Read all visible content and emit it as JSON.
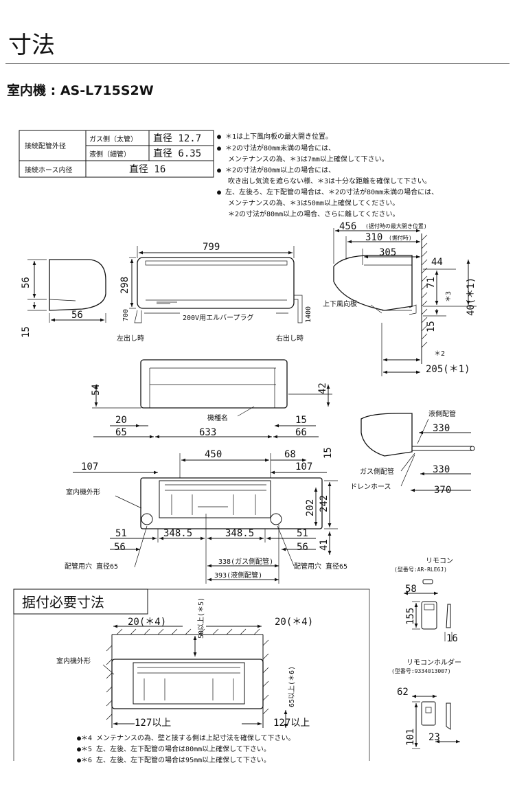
{
  "title": "寸法",
  "model": "室内機 : AS-L715S2W",
  "spec_table": {
    "row1_label": "接続配管外径",
    "gas_side": "ガス側（太管）",
    "gas_value": "直径 12.7",
    "liquid_side": "液側（細管）",
    "liquid_value": "直径 6.35",
    "row2_label": "接続ホース内径",
    "hose_value": "直径 16"
  },
  "notes": [
    "● ＊1は上下風向板の最大開き位置。",
    "● ＊2の寸法が80mm未満の場合には、",
    "メンテナンスの為、＊3は7mm以上確保して下さい。",
    "● ＊2の寸法が80mm以上の場合には、",
    "吹き出し気流を遮らない様、＊3は十分な距離を確保して下さい。",
    "● 左、左後ろ、左下配管の場合は、＊2の寸法が80mm未満の場合には、",
    "メンテナンスの為、＊3は50mm以上確保してください。",
    "＊2の寸法が80mm以上の場合、さらに離してください。"
  ],
  "front": {
    "w799": "799",
    "h298": "298",
    "h700": "700",
    "h1400": "1400",
    "plug": "200V用エルバープラグ",
    "left_out": "左出し時",
    "right_out": "右出し時"
  },
  "left_side": {
    "d56v": "56",
    "d56h": "56",
    "d15": "15"
  },
  "right_side": {
    "d456": "456",
    "d456note": "(据付時の最大開き位置)",
    "d310": "310",
    "d310note": "(据付時)",
    "d305": "305",
    "d44": "44",
    "d71": "71",
    "d3": "＊3",
    "d40": "40(＊1)",
    "louver": "上下風向板",
    "d15": "15",
    "d2": "＊2",
    "d205": "205(＊1)"
  },
  "bottom": {
    "d54": "54",
    "d42": "42",
    "model_name": "機種名",
    "d20": "20",
    "d15": "15",
    "d65": "65",
    "d633": "633",
    "d66": "66"
  },
  "side_pipe": {
    "liquid": "液側配管",
    "d330a": "330",
    "gas": "ガス側配管",
    "d330b": "330",
    "drain": "ドレンホース",
    "d370": "370"
  },
  "back": {
    "d450": "450",
    "d68": "68",
    "d15": "15",
    "d107a": "107",
    "d107b": "107",
    "outline": "室内機外形",
    "d202": "202",
    "d242": "242",
    "d51a": "51",
    "d3485a": "348.5",
    "d3485b": "348.5",
    "d51b": "51",
    "d56a": "56",
    "d56b": "56",
    "d41": "41",
    "d338": "338(ガス側配管)",
    "d393": "393(液側配管)",
    "hole_left": "配管用穴 直径65",
    "hole_right": "配管用穴 直径65"
  },
  "install": {
    "title": "据付必要寸法",
    "d20a": "20(＊4)",
    "d50": "50以上(＊5)",
    "d20b": "20(＊4)",
    "outline": "室内機外形",
    "d65": "65以上(＊6)",
    "d127a": "127以上",
    "d127b": "127以上",
    "note4": "●＊4 メンテナンスの為、壁と接する側は上記寸法を確保して下さい。",
    "note5": "●＊5 左、左後、左下配管の場合は80mm以上確保して下さい。",
    "note6": "●＊6 左、左後、左下配管の場合は95mm以上確保して下さい。"
  },
  "remote": {
    "label": "リモコン",
    "model": "(型番号:AR-RLE6J)",
    "d58": "58",
    "d155": "155",
    "d16": "16"
  },
  "holder": {
    "label": "リモコンホルダー",
    "model": "(型番号:9334013007)",
    "d62": "62",
    "d101": "101",
    "d23": "23"
  }
}
